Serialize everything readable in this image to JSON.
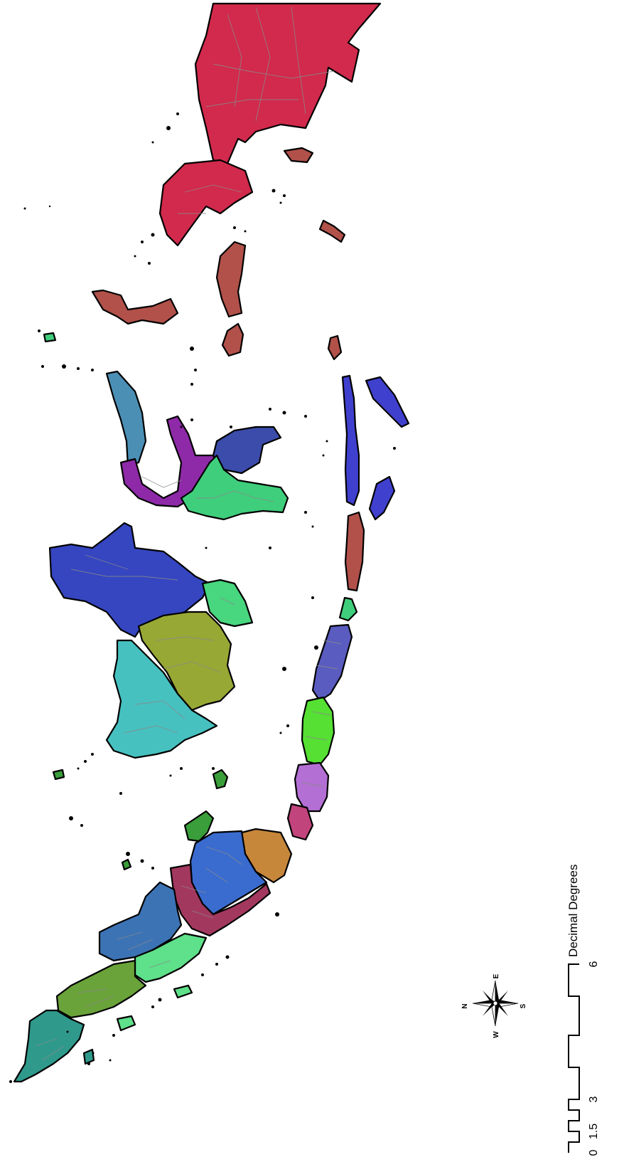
{
  "map": {
    "scale_bar": {
      "unit_label": "Decimal Degrees",
      "tick_labels": [
        "0",
        "1.5",
        "3",
        "6"
      ]
    },
    "compass": {
      "north": "N",
      "east": "E",
      "south": "S",
      "west": "W"
    },
    "region_colors": {
      "aceh": "#2f9a8c",
      "sumut": "#6aa33a",
      "riau": "#3c73b4",
      "sumbar": "#5fe08a",
      "jambi": "#a3385f",
      "sumsel": "#3a6cd0",
      "lampung": "#c7873b",
      "kalbar": "#46c1c0",
      "kalteng": "#98a835",
      "kaltim": "#3546c0",
      "kalsel": "#48d67e",
      "sulbar": "#4b8fb5",
      "sulteng": "#8e2aa8",
      "sulut": "#3b4caa",
      "sulsel": "#3fce7c",
      "maluku": "#b1514a",
      "papua": "#d12a4c",
      "nt": "#4040cf",
      "jatim": "#5a5cc0",
      "jateng": "#55e033",
      "jabar": "#b36fd3",
      "banten": "#c2447d",
      "babel": "#3a9e3a"
    }
  }
}
